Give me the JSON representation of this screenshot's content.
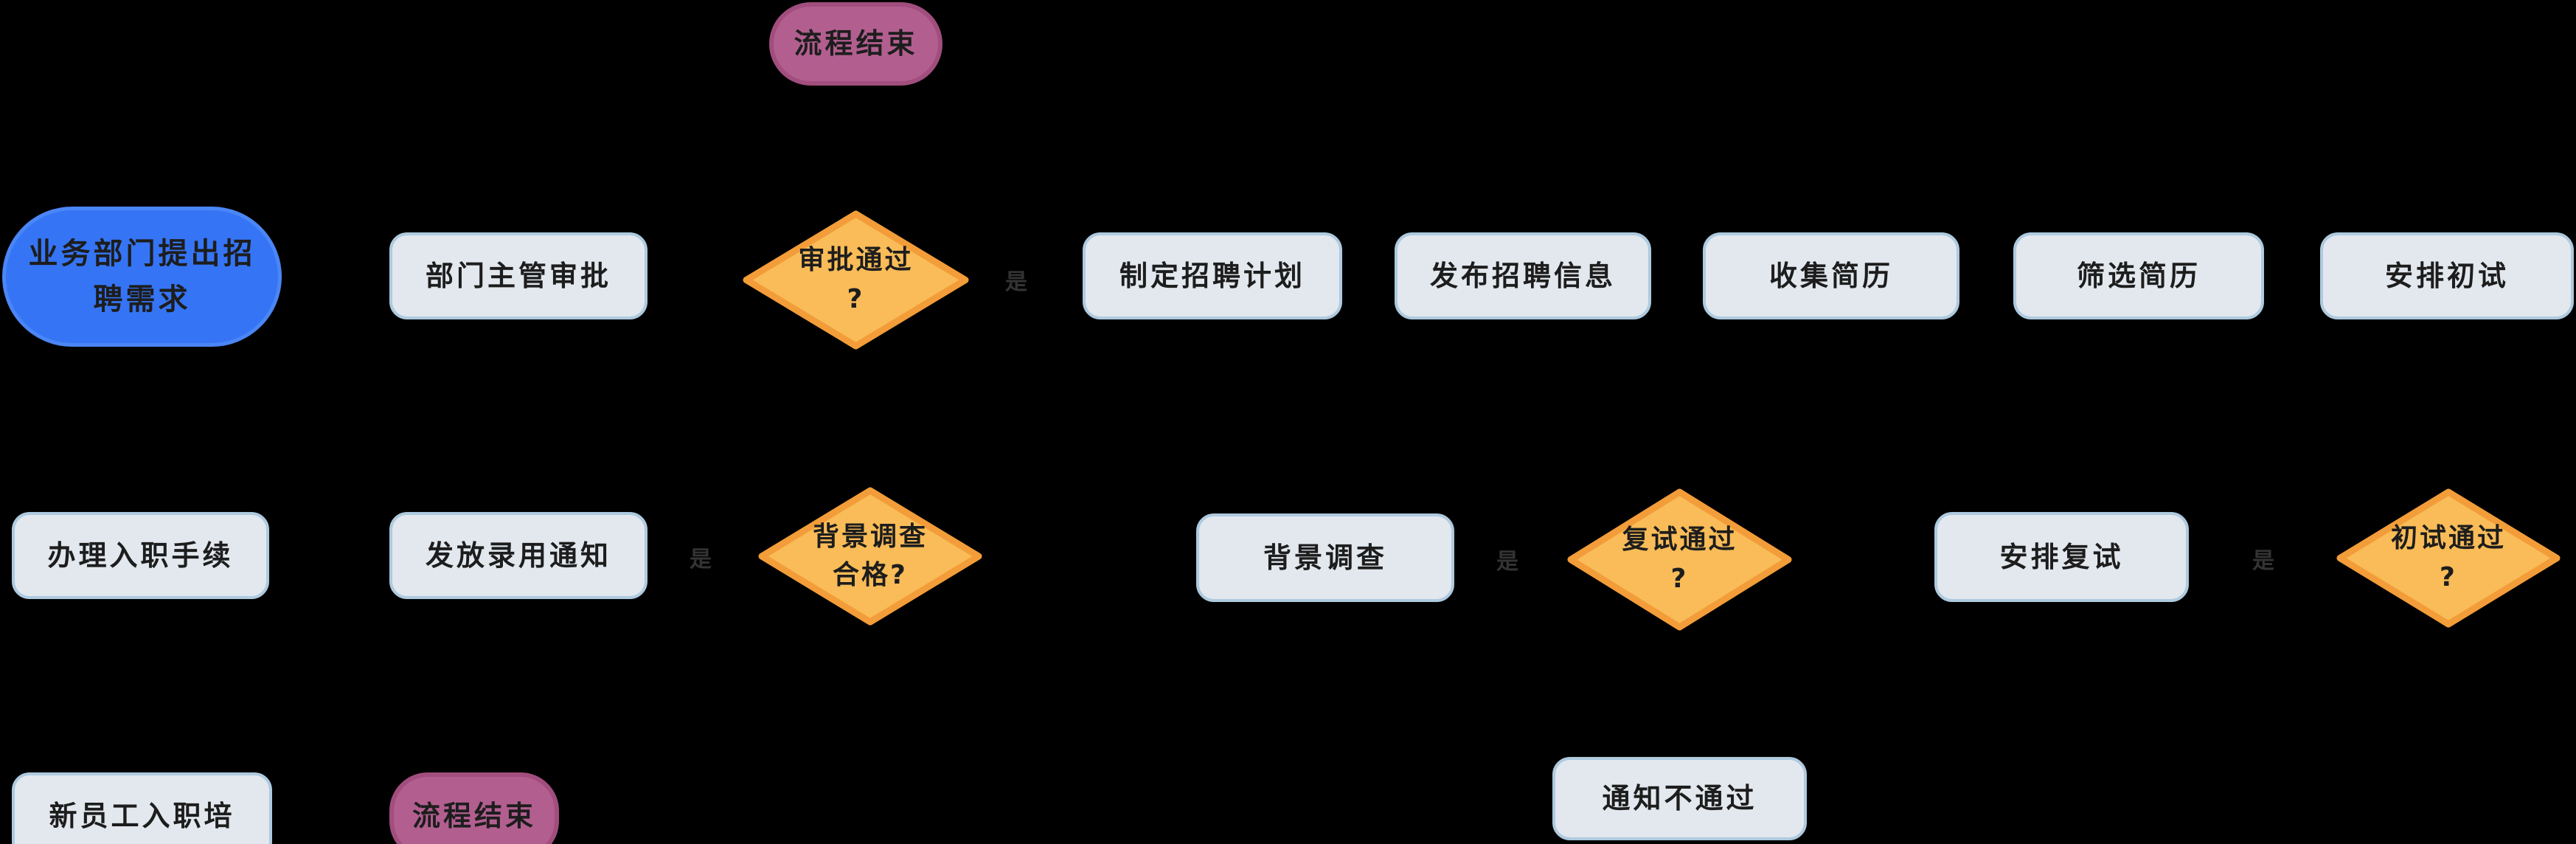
{
  "diagram": {
    "background": "#000000",
    "colors": {
      "process_fill": "#e2e8ee",
      "process_border": "#aecadf",
      "decision_fill": "#f9bc58",
      "decision_border": "#f29d39",
      "terminal_fill": "#b25f90",
      "terminal_border": "#a14e7e",
      "start_fill": "#3575f5",
      "start_border": "#4b86f6",
      "node_text": "#1d1d1d",
      "edge_label_text": "#333333"
    },
    "nodes": {
      "end_top": "流程结束",
      "start": "业务部门提出招\n聘需求",
      "approve": "部门主管审批",
      "approve_q": "审批通过\n?",
      "plan": "制定招聘计划",
      "publish": "发布招聘信息",
      "collect": "收集简历",
      "screen": "筛选简历",
      "first_interview": "安排初试",
      "onboard": "办理入职手续",
      "offer": "发放录用通知",
      "background_q": "背景调查\n合格?",
      "background": "背景调查",
      "second_q": "复试通过\n?",
      "second_interview": "安排复试",
      "first_q": "初试通过\n?",
      "training": "新员工入职培",
      "end_bottom": "流程结束",
      "notify_fail": "通知不通过"
    },
    "edge_labels": {
      "yes_approve": "是",
      "yes_background": "是",
      "yes_second": "是",
      "yes_first": "是"
    }
  }
}
